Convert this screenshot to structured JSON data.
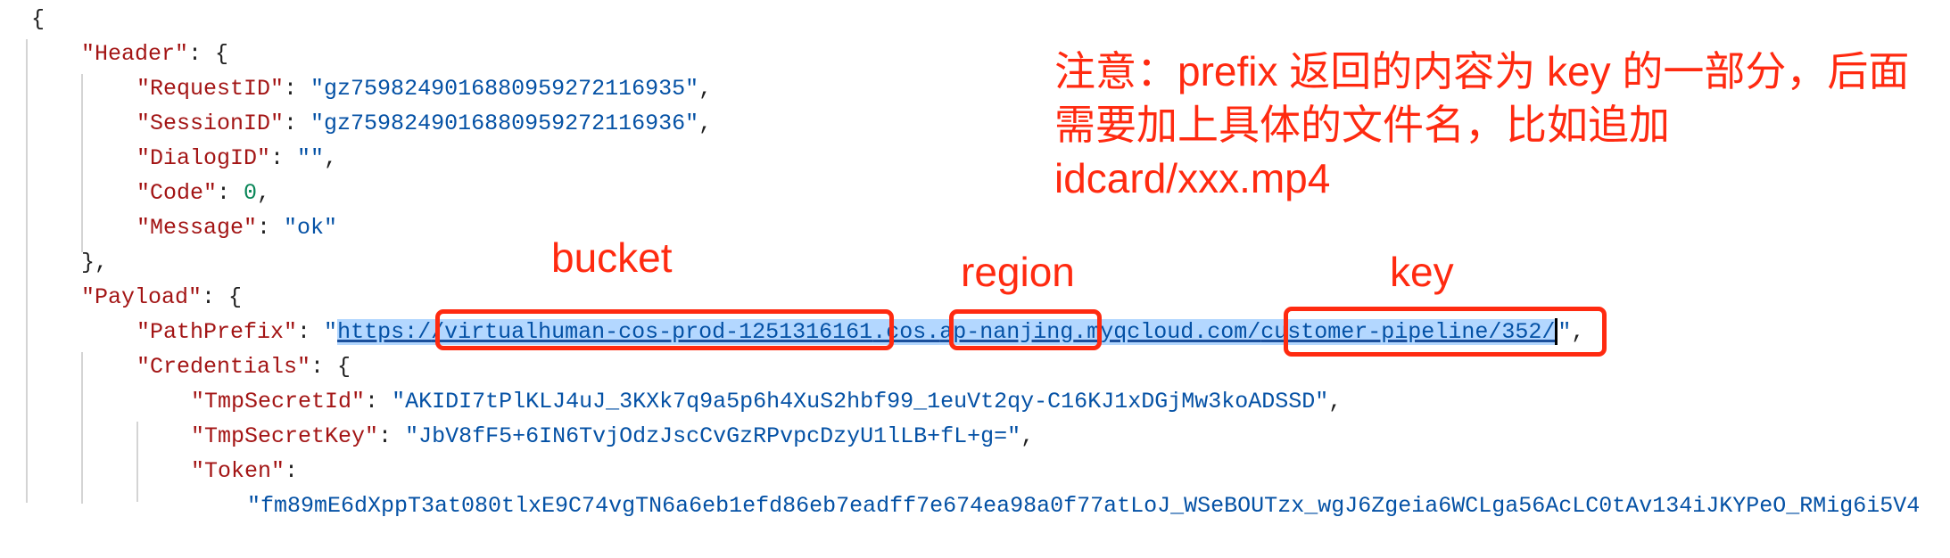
{
  "json_view": {
    "open_brace": "{",
    "header": {
      "key": "\"Header\"",
      "fields": [
        {
          "key": "\"RequestID\"",
          "value": "\"gz7598249016880959272116935\"",
          "type": "string"
        },
        {
          "key": "\"SessionID\"",
          "value": "\"gz7598249016880959272116936\"",
          "type": "string"
        },
        {
          "key": "\"DialogID\"",
          "value": "\"\"",
          "type": "string"
        },
        {
          "key": "\"Code\"",
          "value": "0",
          "type": "number"
        },
        {
          "key": "\"Message\"",
          "value": "\"ok\"",
          "type": "string"
        }
      ],
      "close": "},"
    },
    "payload": {
      "key": "\"Payload\"",
      "path_prefix": {
        "key": "\"PathPrefix\"",
        "url_parts": [
          "https:/",
          "/virtualhuman-cos-prod-1251316161",
          ".cos.",
          "ap-nanjing",
          ".myqcloud.com/",
          "customer-pipeline/352/"
        ]
      },
      "credentials": {
        "key": "\"Credentials\"",
        "fields": [
          {
            "key": "\"TmpSecretId\"",
            "value": "\"AKIDI7tPlKLJ4uJ_3KXk7q9a5p6h4XuS2hbf99_1euVt2qy-C16KJ1xDGjMw3koADSSD\""
          },
          {
            "key": "\"TmpSecretKey\"",
            "value": "\"JbV8fF5+6IN6TvjOdzJscCvGzRPvpcDzyU1lLB+fL+g=\""
          }
        ],
        "token_key": "\"Token\"",
        "token_value": "\"fm89mE6dXppT3at080tlxE9C74vgTN6a6eb1efd86eb7eadff7e674ea98a0f77atLoJ_WSeBOUTzx_wgJ6Zgeia6WCLga56AcLC0tAv134iJKYPeO_RMig6i5V4"
      }
    }
  },
  "annotations": {
    "note": "注意：prefix 返回的内容为 key 的一部分，后面需要加上具体的文件名，比如追加 idcard/xxx.mp4",
    "bucket_label": "bucket",
    "region_label": "region",
    "key_label": "key"
  },
  "colors": {
    "annotation": "#ff2a10",
    "json_key": "#a31515",
    "json_string": "#0451a5",
    "json_number": "#098658",
    "selection": "#b3d7ff"
  }
}
